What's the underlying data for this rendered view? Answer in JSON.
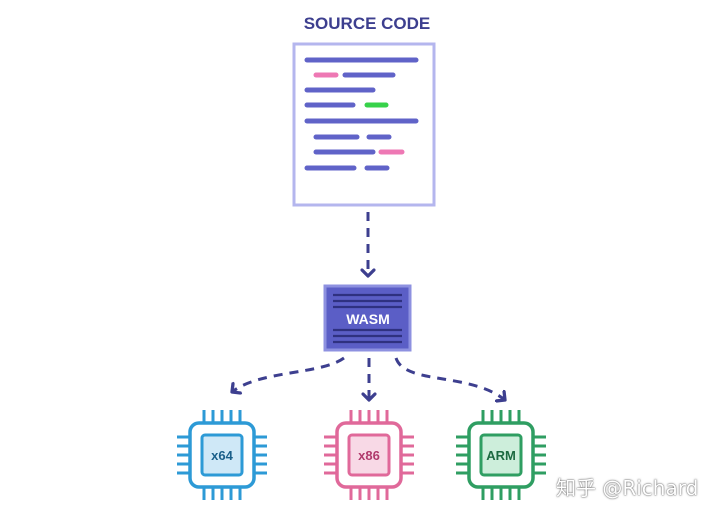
{
  "source": {
    "title": "SOURCE CODE"
  },
  "wasm": {
    "label": "WASM"
  },
  "targets": [
    {
      "label": "x64",
      "color": "#2d9ad6",
      "fill": "#cfe8f7",
      "text_color": "#1a5f8a"
    },
    {
      "label": "x86",
      "color": "#e0699a",
      "fill": "#f8d9e6",
      "text_color": "#b03a6c"
    },
    {
      "label": "ARM",
      "color": "#2f9e62",
      "fill": "#cdeedb",
      "text_color": "#1d6a41"
    }
  ],
  "watermark": "知乎 @Richard",
  "colors": {
    "ink": "#3d3f8f",
    "code_line": "#6063c8",
    "code_pink": "#ee78b4",
    "code_green": "#37d24a",
    "doc_border": "#b4b6ee",
    "wasm_fill": "#5b5ec6",
    "arrow": "#3d3f8f"
  }
}
